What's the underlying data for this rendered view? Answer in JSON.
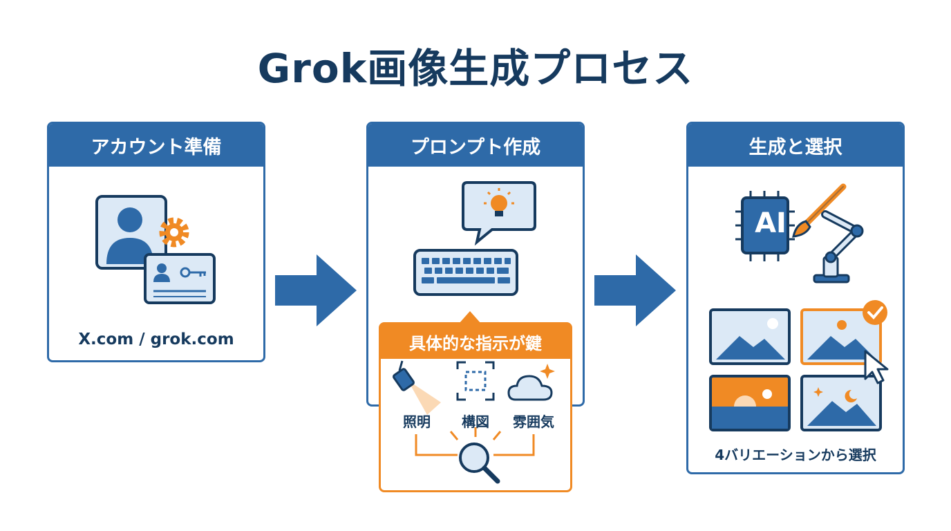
{
  "title": "Grok画像生成プロセス",
  "steps": [
    {
      "heading": "アカウント準備",
      "caption": "X.com / grok.com"
    },
    {
      "heading": "プロンプト作成"
    },
    {
      "heading": "生成と選択",
      "chip_label": "AI",
      "caption": "4バリエーションから選択"
    }
  ],
  "key_box": {
    "heading": "具体的な指示が鍵",
    "items": [
      "照明",
      "構図",
      "雰囲気"
    ]
  },
  "colors": {
    "primary": "#2e6aa8",
    "accent": "#f08a24",
    "dark": "#163a5e",
    "light": "#dce9f6"
  },
  "icons": [
    "user-profile-icon",
    "gear-icon",
    "id-card-icon",
    "key-icon",
    "speech-bubble-icon",
    "lightbulb-icon",
    "keyboard-icon",
    "spotlight-icon",
    "frame-icon",
    "cloud-icon",
    "magnifier-icon",
    "ai-chip-icon",
    "robot-arm-icon",
    "brush-icon",
    "image-thumbnail-icon",
    "check-icon",
    "cursor-icon"
  ]
}
